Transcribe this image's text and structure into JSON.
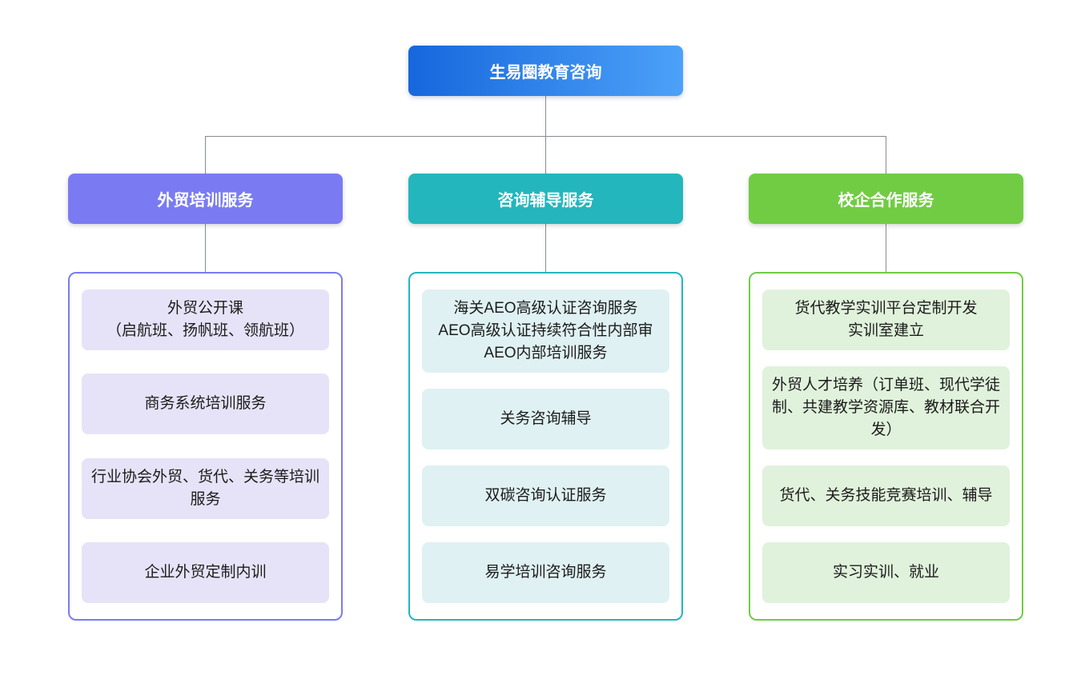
{
  "root": {
    "label": "生易圈教育咨询"
  },
  "branches": [
    {
      "label": "外贸培训服务",
      "items": [
        "外贸公开课\n（启航班、扬帆班、领航班）",
        "商务系统培训服务",
        "行业协会外贸、货代、关务等培训服务",
        "企业外贸定制内训"
      ]
    },
    {
      "label": "咨询辅导服务",
      "items": [
        "海关AEO高级认证咨询服务\nAEO高级认证持续符合性内部审\nAEO内部培训服务",
        "关务咨询辅导",
        "双碳咨询认证服务",
        "易学培训咨询服务"
      ]
    },
    {
      "label": "校企合作服务",
      "items": [
        "货代教学实训平台定制开发\n实训室建立",
        "外贸人才培养（订单班、现代学徒制、共建教学资源库、教材联合开发）",
        "货代、关务技能竞赛培训、辅导",
        "实习实训、就业"
      ]
    }
  ],
  "colors": {
    "root_gradient_start": "#1667DD",
    "root_gradient_end": "#4CA1F8",
    "branch_1_header": "#7A7BF2",
    "branch_1_item_bg": "#E6E3F8",
    "branch_2_header": "#23B6BC",
    "branch_2_item_bg": "#DFF1F3",
    "branch_3_header": "#71CC43",
    "branch_3_item_bg": "#E0F2DB",
    "connector": "#858C94",
    "item_text": "#1b1b1b",
    "node_text": "#ffffff"
  }
}
